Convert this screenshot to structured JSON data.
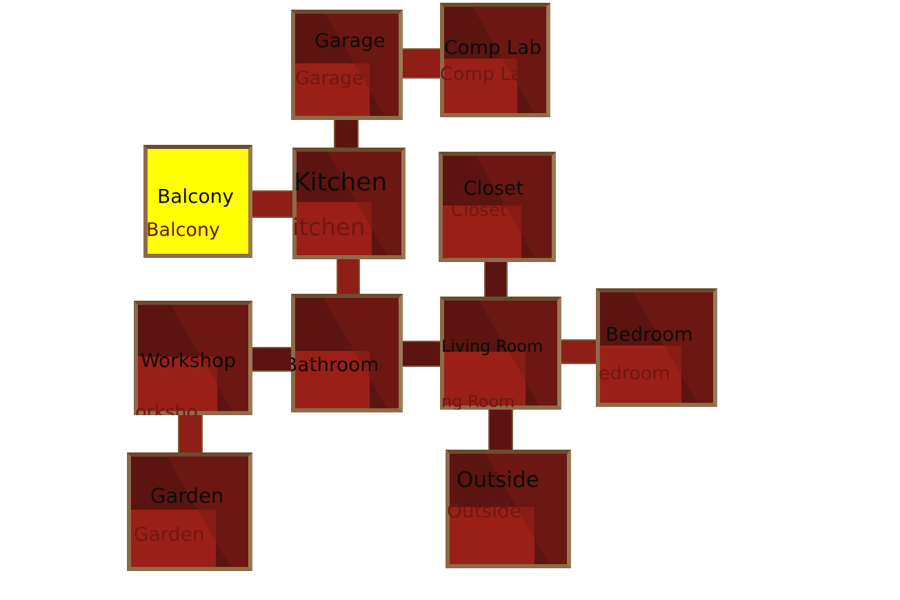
{
  "map": {
    "current_room": "Balcony",
    "colors": {
      "room_fill": "#9a2017",
      "room_shadow": "#5c1410",
      "wall": "#7a5a3c",
      "current_room_fill": "#ffff00",
      "label": "#0c0c0c",
      "background": "#ffffff"
    },
    "rooms": [
      {
        "id": "garage",
        "name": "Garage",
        "ghost": "Garage"
      },
      {
        "id": "comp_lab",
        "name": "Comp Lab",
        "ghost": "Comp La"
      },
      {
        "id": "balcony",
        "name": "Balcony",
        "ghost": "Balcony"
      },
      {
        "id": "kitchen",
        "name": "Kitchen",
        "ghost": "itchen"
      },
      {
        "id": "closet",
        "name": "Closet",
        "ghost": "Closet"
      },
      {
        "id": "workshop",
        "name": "Workshop",
        "ghost": "orksho"
      },
      {
        "id": "bathroom",
        "name": "Bathroom",
        "ghost": ""
      },
      {
        "id": "living_room",
        "name": "Living Room",
        "ghost": "ng Room"
      },
      {
        "id": "bedroom",
        "name": "Bedroom",
        "ghost": "edroom"
      },
      {
        "id": "garden",
        "name": "Garden",
        "ghost": "Garden"
      },
      {
        "id": "outside",
        "name": "Outside",
        "ghost": "Outside"
      }
    ],
    "connections": [
      [
        "Garage",
        "Comp Lab"
      ],
      [
        "Garage",
        "Kitchen"
      ],
      [
        "Balcony",
        "Kitchen"
      ],
      [
        "Kitchen",
        "Bathroom"
      ],
      [
        "Closet",
        "Living Room"
      ],
      [
        "Workshop",
        "Bathroom"
      ],
      [
        "Workshop",
        "Garden"
      ],
      [
        "Bathroom",
        "Living Room"
      ],
      [
        "Living Room",
        "Bedroom"
      ],
      [
        "Living Room",
        "Outside"
      ]
    ]
  }
}
